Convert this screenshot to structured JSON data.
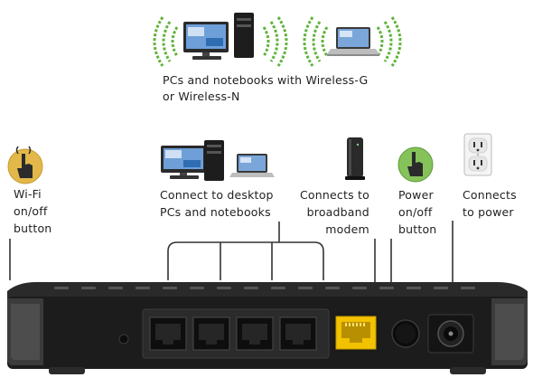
{
  "top_caption": "PCs and notebooks with Wireless-G\nor Wireless-N",
  "labels": {
    "wifi": "Wi-Fi\non/off\nbutton",
    "lan": "Connect to desktop\nPCs and notebooks",
    "modem": "Connects to\nbroadband\nmodem",
    "power_button": "Power\non/off\nbutton",
    "power": "Connects\nto power"
  },
  "icons": {
    "wifi_button": "hand-press-wifi-icon",
    "power_button": "hand-press-power-icon",
    "outlet": "wall-outlet-icon",
    "modem": "cable-modem-icon",
    "desktop": "desktop-computer-icon",
    "laptop": "laptop-icon",
    "wireless": "wireless-waves-icon"
  },
  "colors": {
    "wireless_waves": "#5fb33a",
    "wan_port": "#f2c200",
    "router_body": "#1c1c1c",
    "wifi_button": "#e2b84a",
    "power_button": "#86c25a"
  }
}
